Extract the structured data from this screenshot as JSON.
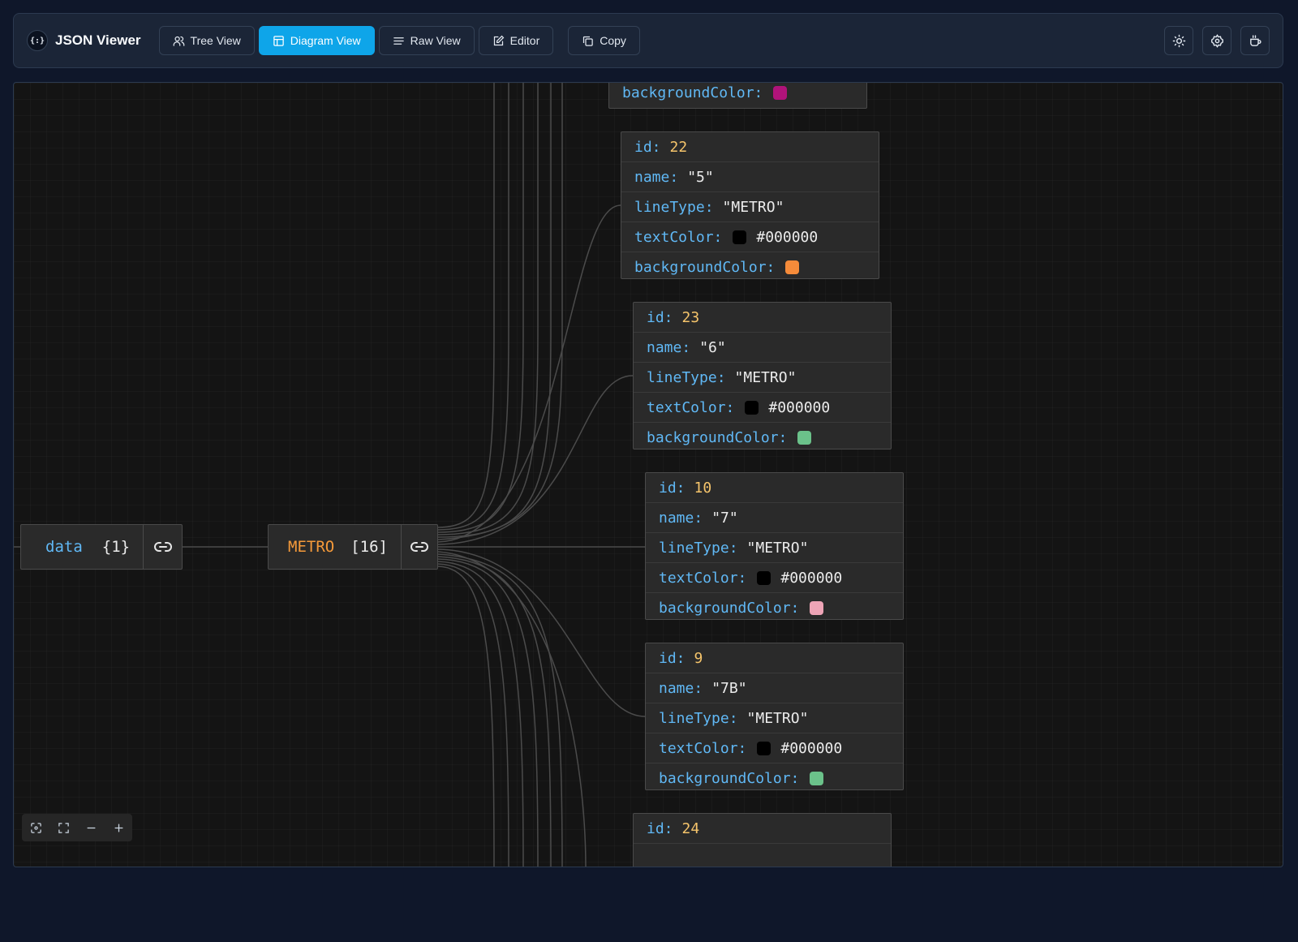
{
  "app": {
    "title": "JSON Viewer",
    "logo_glyph": "{:}"
  },
  "toolbar": {
    "tabs": [
      {
        "label": "Tree View",
        "icon": "users-icon",
        "active": false
      },
      {
        "label": "Diagram View",
        "icon": "layout-icon",
        "active": true
      },
      {
        "label": "Raw View",
        "icon": "lines-icon",
        "active": false
      },
      {
        "label": "Editor",
        "icon": "edit-icon",
        "active": false
      }
    ],
    "copy_label": "Copy",
    "right_icons": [
      "sun-icon",
      "gear-icon",
      "coffee-icon"
    ]
  },
  "diagram": {
    "root": {
      "key": "data",
      "count": "{1}"
    },
    "metro": {
      "key": "METRO",
      "count": "[16]"
    },
    "partial_top": {
      "key": "backgroundColor:",
      "color": "#b0137a"
    },
    "cards": [
      {
        "id_key": "id:",
        "id": "22",
        "name_key": "name:",
        "name": "\"5\"",
        "lineType_key": "lineType:",
        "lineType": "\"METRO\"",
        "textColor_key": "textColor:",
        "textColor": "#000000",
        "background_key": "backgroundColor:",
        "backgroundColor": "#f58b3a"
      },
      {
        "id_key": "id:",
        "id": "23",
        "name_key": "name:",
        "name": "\"6\"",
        "lineType_key": "lineType:",
        "lineType": "\"METRO\"",
        "textColor_key": "textColor:",
        "textColor": "#000000",
        "background_key": "backgroundColor:",
        "backgroundColor": "#6bc28a"
      },
      {
        "id_key": "id:",
        "id": "10",
        "name_key": "name:",
        "name": "\"7\"",
        "lineType_key": "lineType:",
        "lineType": "\"METRO\"",
        "textColor_key": "textColor:",
        "textColor": "#000000",
        "background_key": "backgroundColor:",
        "backgroundColor": "#eea4b6"
      },
      {
        "id_key": "id:",
        "id": "9",
        "name_key": "name:",
        "name": "\"7B\"",
        "lineType_key": "lineType:",
        "lineType": "\"METRO\"",
        "textColor_key": "textColor:",
        "textColor": "#000000",
        "background_key": "backgroundColor:",
        "backgroundColor": "#6bc28a"
      }
    ],
    "partial_bottom": {
      "id_key": "id:",
      "id": "24"
    }
  },
  "zoom_controls": [
    "focus-icon",
    "fullscreen-icon",
    "zoom-out-icon",
    "zoom-in-icon"
  ]
}
